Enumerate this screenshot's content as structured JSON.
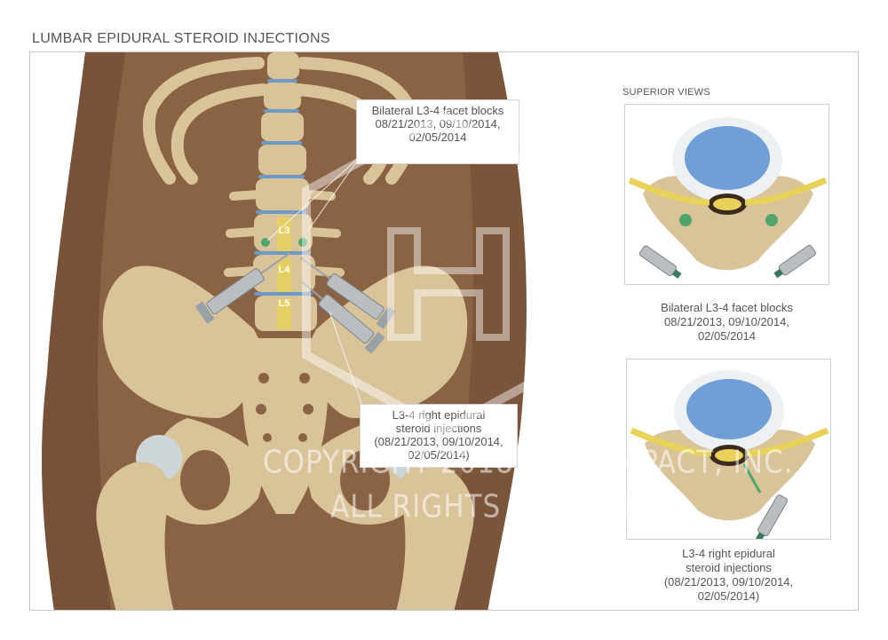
{
  "title": "LUMBAR EPIDURAL STEROID INJECTIONS",
  "vertebra_labels": [
    "L3",
    "L4",
    "L5"
  ],
  "callouts": {
    "facet": {
      "line1": "Bilateral L3-4 facet blocks",
      "line2": "08/21/2013, 09/10/2014,",
      "line3": "02/05/2014"
    },
    "epidural": {
      "line1": "L3-4 right epidural",
      "line2": "steroid injections",
      "line3": "(08/21/2013, 09/10/2014,",
      "line4": "02/05/2014)"
    }
  },
  "superior_views_label": "SUPERIOR VIEWS",
  "inset_captions": {
    "top": {
      "line1": "Bilateral L3-4 facet blocks",
      "line2": "08/21/2013, 09/10/2014,",
      "line3": "02/05/2014"
    },
    "bottom": {
      "line1": "L3-4 right epidural",
      "line2": "steroid injections",
      "line3": "(08/21/2013, 09/10/2014,",
      "line4": "02/05/2014)"
    }
  },
  "watermark": {
    "line1": "COPYRIGHT 2018 HIGH IMPACT, INC.",
    "line2": "ALL RIGHTS RESERVED",
    "registered_mark": "®"
  },
  "colors": {
    "skin": "#8a6244",
    "bone": "#d9c49a",
    "disc": "#7fa3c9",
    "nerve": "#e8d25a",
    "frame": "#c9c9c9"
  }
}
